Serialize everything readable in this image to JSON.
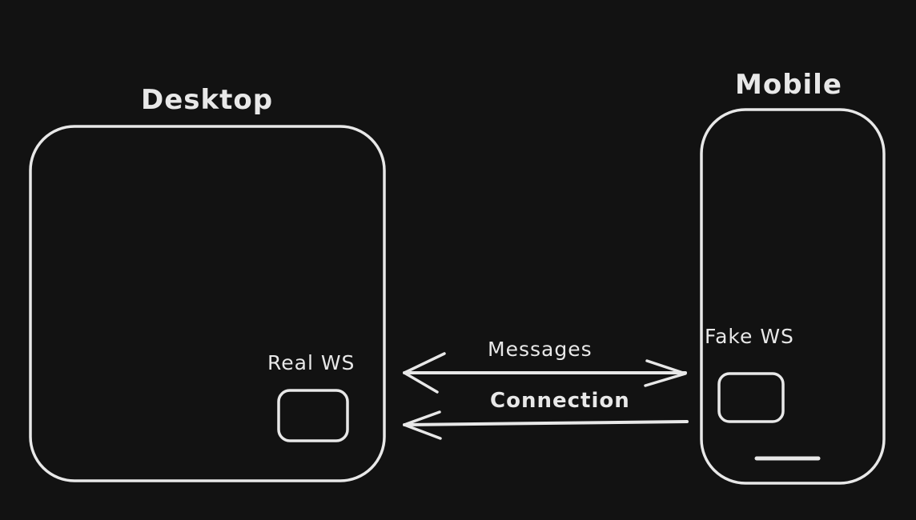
{
  "desktop": {
    "title": "Desktop",
    "socket_label": "Real WS"
  },
  "mobile": {
    "title": "Mobile",
    "socket_label": "Fake WS"
  },
  "arrows": {
    "messages_label": "Messages",
    "connection_label": "Connection"
  },
  "colors": {
    "background": "#121212",
    "stroke": "#e8e8e8"
  }
}
